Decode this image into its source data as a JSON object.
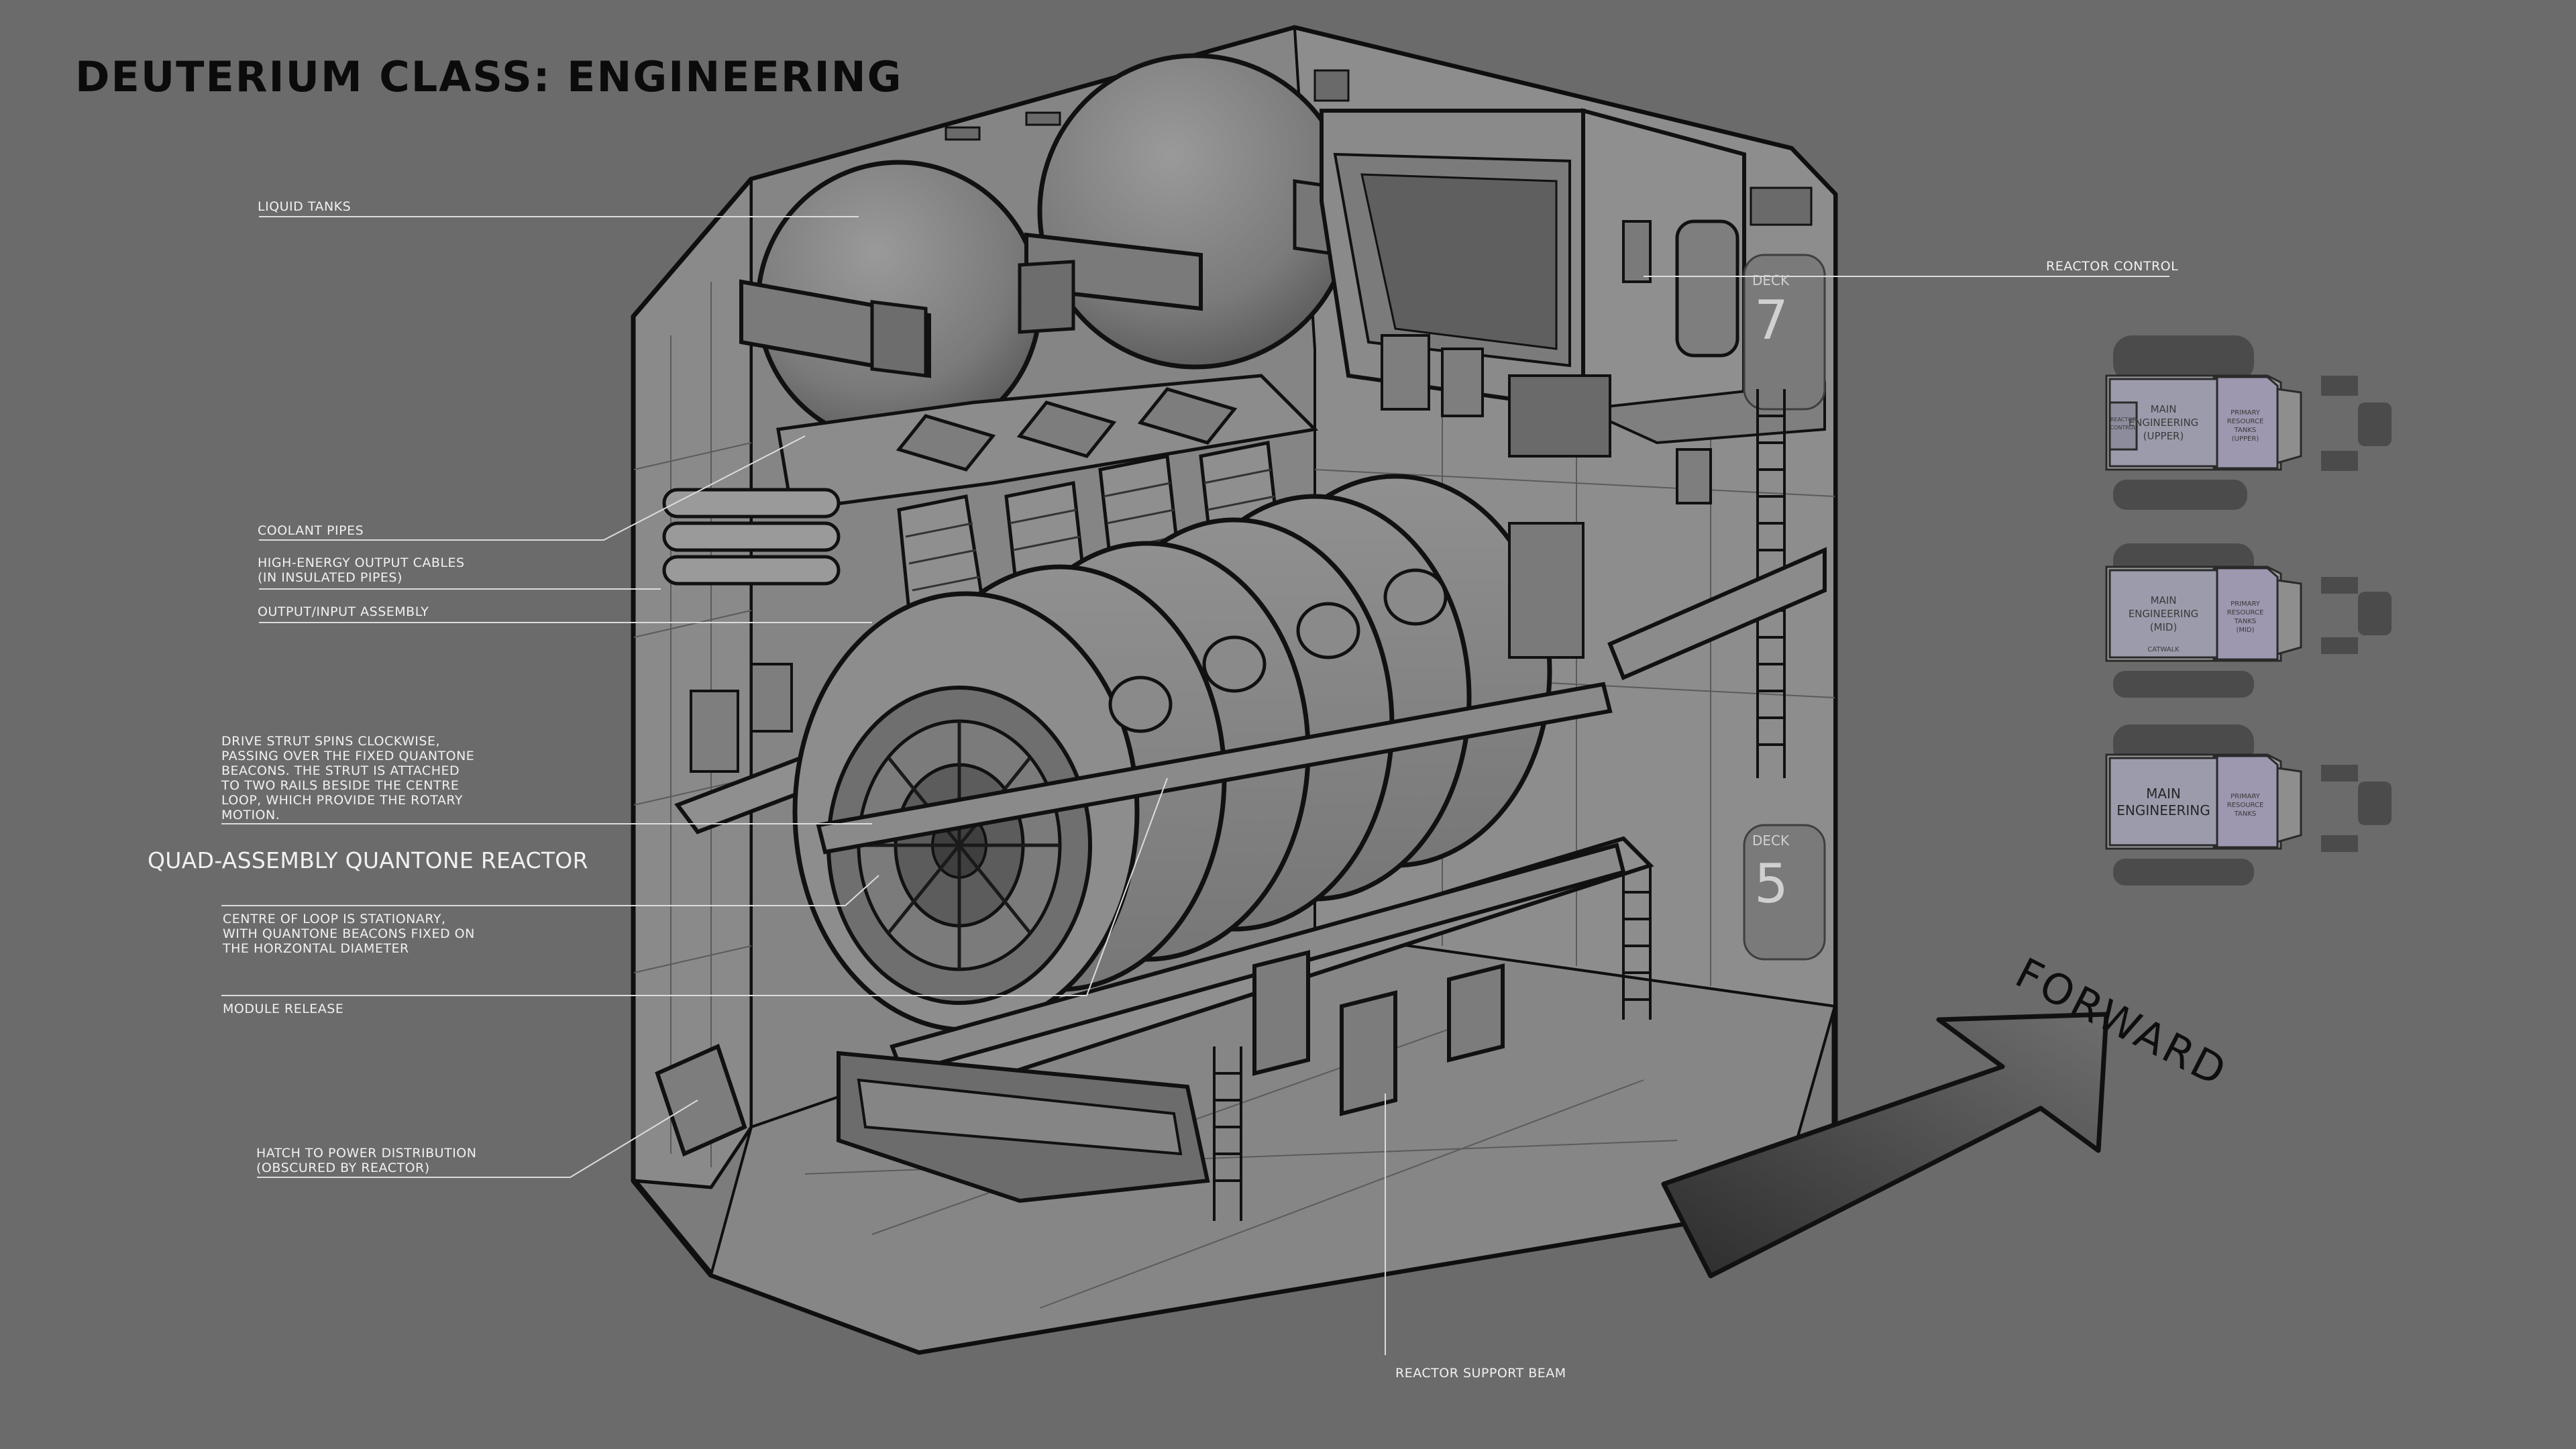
{
  "title": "DEUTERIUM CLASS: ENGINEERING",
  "labels": {
    "liquid_tanks": "LIQUID TANKS",
    "coolant_pipes": "COOLANT PIPES",
    "output_cables": "HIGH-ENERGY OUTPUT CABLES\n(IN INSULATED PIPES)",
    "output_input_assembly": "OUTPUT/INPUT ASSEMBLY",
    "drive_strut": "DRIVE STRUT SPINS CLOCKWISE,\nPASSING OVER THE FIXED QUANTONE\nBEACONS. THE STRUT IS ATTACHED\nTO TWO RAILS BESIDE THE CENTRE\nLOOP, WHICH PROVIDE THE ROTARY\nMOTION.",
    "reactor_name": "QUAD-ASSEMBLY QUANTONE REACTOR",
    "centre_of_loop": "CENTRE OF LOOP IS STATIONARY,\nWITH QUANTONE BEACONS FIXED ON\nTHE HORZONTAL DIAMETER",
    "module_release": "MODULE RELEASE",
    "hatch": "HATCH TO POWER DISTRIBUTION\n(OBSCURED BY REACTOR)",
    "reactor_control": "REACTOR CONTROL",
    "reactor_support_beam": "REACTOR SUPPORT BEAM"
  },
  "decks": {
    "upper_word": "DECK",
    "upper_number": "7",
    "lower_word": "DECK",
    "lower_number": "5"
  },
  "forward_label": "FORWARD",
  "minimaps": {
    "upper": {
      "main": [
        "MAIN",
        "ENGINEERING",
        "(UPPER)"
      ],
      "side": [
        "PRIMARY",
        "RESOURCE",
        "TANKS",
        "(UPPER)"
      ],
      "left": [
        "REACTOR",
        "CONTROL"
      ]
    },
    "mid": {
      "main": [
        "MAIN",
        "ENGINEERING",
        "(MID)"
      ],
      "side": [
        "PRIMARY",
        "RESOURCE",
        "TANKS",
        "(MID)"
      ],
      "left": [
        "CATWALK"
      ]
    },
    "lower": {
      "main": [
        "MAIN",
        "ENGINEERING"
      ],
      "side": [
        "PRIMARY",
        "RESOURCE",
        "TANKS"
      ],
      "left": []
    }
  },
  "colors": {
    "background": "#6b6b6b",
    "structure_fill": "#8a8a8a",
    "structure_line": "#111111",
    "label_text": "#f1f1f1",
    "minimap_main": "#9b9bac",
    "minimap_side": "#9d97b0"
  }
}
